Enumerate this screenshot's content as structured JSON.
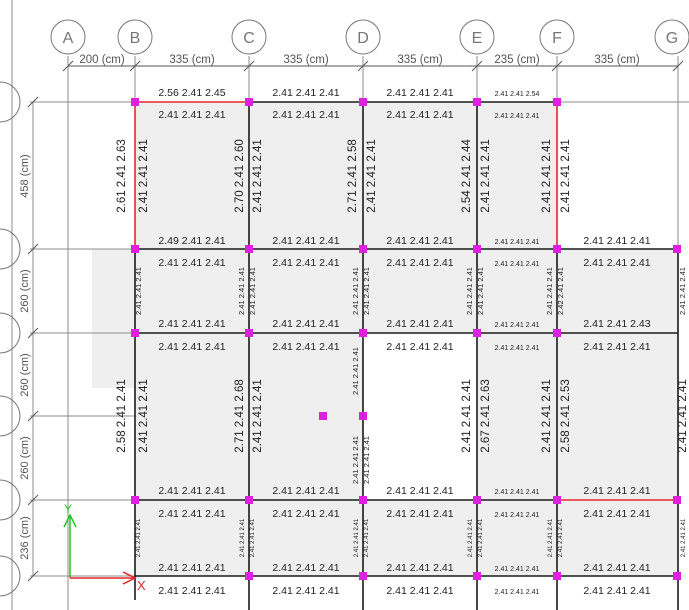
{
  "grid": {
    "column_bubbles": [
      "A",
      "B",
      "C",
      "D",
      "E",
      "F",
      "G"
    ],
    "column_spacings": [
      "200 (cm)",
      "335 (cm)",
      "335 (cm)",
      "335 (cm)",
      "235 (cm)",
      "335 (cm)"
    ],
    "row_spacings": [
      "458 (cm)",
      "260 (cm)",
      "260 (cm)",
      "260 (cm)",
      "236 (cm)"
    ]
  },
  "horizontal_labels": [
    {
      "id": "r1-bc-top",
      "text": "2.56 2.41 2.45"
    },
    {
      "id": "r1-cd-top",
      "text": "2.41 2.41 2.41"
    },
    {
      "id": "r1-de-top",
      "text": "2.41 2.41 2.41"
    },
    {
      "id": "r1-ef-top",
      "text": "2.41 2.41 2.54"
    },
    {
      "id": "r1-bc-bot",
      "text": "2.41 2.41 2.41"
    },
    {
      "id": "r1-cd-bot",
      "text": "2.41 2.41 2.41"
    },
    {
      "id": "r1-de-bot",
      "text": "2.41 2.41 2.41"
    },
    {
      "id": "r1-ef-bot",
      "text": "2.41 2.41 2.41"
    },
    {
      "id": "r2-bc-top",
      "text": "2.49 2.41 2.41"
    },
    {
      "id": "r2-cd-top",
      "text": "2.41 2.41 2.41"
    },
    {
      "id": "r2-de-top",
      "text": "2.41 2.41 2.41"
    },
    {
      "id": "r2-ef-top",
      "text": "2.41 2.41 2.41"
    },
    {
      "id": "r2-fg-top",
      "text": "2.41 2.41 2.41"
    },
    {
      "id": "r2-bc-bot",
      "text": "2.41 2.41 2.41"
    },
    {
      "id": "r2-cd-bot",
      "text": "2.41 2.41 2.41"
    },
    {
      "id": "r2-de-bot",
      "text": "2.41 2.41 2.41"
    },
    {
      "id": "r2-ef-bot",
      "text": "2.41 2.41 2.41"
    },
    {
      "id": "r2-fg-bot",
      "text": "2.41 2.41 2.41"
    },
    {
      "id": "r3-bc-top",
      "text": "2.41 2.41 2.41"
    },
    {
      "id": "r3-cd-top",
      "text": "2.41 2.41 2.41"
    },
    {
      "id": "r3-de-top",
      "text": "2.41 2.41 2.41"
    },
    {
      "id": "r3-ef-top",
      "text": "2.41 2.41 2.41"
    },
    {
      "id": "r3-fg-top",
      "text": "2.41 2.41 2.43"
    },
    {
      "id": "r3-bc-bot",
      "text": "2.41 2.41 2.41"
    },
    {
      "id": "r3-cd-bot",
      "text": "2.41 2.41 2.41"
    },
    {
      "id": "r3-de-bot",
      "text": "2.41 2.41 2.41"
    },
    {
      "id": "r3-ef-bot",
      "text": "2.41 2.41 2.41"
    },
    {
      "id": "r3-fg-bot",
      "text": "2.41 2.41 2.41"
    },
    {
      "id": "r4-bc-top",
      "text": "2.41 2.41 2.41"
    },
    {
      "id": "r4-cd-top",
      "text": "2.41 2.41 2.41"
    },
    {
      "id": "r4-de-top",
      "text": "2.41 2.41 2.41"
    },
    {
      "id": "r4-ef-top",
      "text": "2.41 2.41 2.41"
    },
    {
      "id": "r4-fg-top",
      "text": "2.41 2.41 2.41"
    },
    {
      "id": "r5-bc-top",
      "text": "2.41 2.41 2.41"
    },
    {
      "id": "r5-cd-top",
      "text": "2.41 2.41 2.41"
    },
    {
      "id": "r5-de-top",
      "text": "2.41 2.41 2.41"
    },
    {
      "id": "r5-ef-top",
      "text": "2.41 2.41 2.41"
    },
    {
      "id": "r5-fg-top",
      "text": "2.41 2.41 2.41"
    },
    {
      "id": "r5-bc-bot",
      "text": "2.41 2.41 2.41"
    },
    {
      "id": "r5-cd-bot",
      "text": "2.41 2.41 2.41"
    },
    {
      "id": "r5-de-bot",
      "text": "2.41 2.41 2.41"
    },
    {
      "id": "r5-ef-bot",
      "text": "2.41 2.41 2.41"
    },
    {
      "id": "r5-fg-bot",
      "text": "2.41 2.41 2.41"
    },
    {
      "id": "r6-bc-top",
      "text": "2.41 2.41 2.41"
    },
    {
      "id": "r6-cd-top",
      "text": "2.41 2.41 2.41"
    },
    {
      "id": "r6-de-top",
      "text": "2.41 2.41 2.41"
    },
    {
      "id": "r6-ef-top",
      "text": "2.41 2.41 2.41"
    },
    {
      "id": "r6-fg-top",
      "text": "2.41 2.41 2.41"
    }
  ],
  "vertical_labels": [
    {
      "id": "b-r1-outer",
      "text": "2.61 2.41 2.63"
    },
    {
      "id": "b-r1-inner",
      "text": "2.41 2.41 2.41"
    },
    {
      "id": "c-r1-left",
      "text": "2.70 2.41 2.60"
    },
    {
      "id": "c-r1-right",
      "text": "2.41 2.41 2.41"
    },
    {
      "id": "d-r1-left",
      "text": "2.71 2.41 2.58"
    },
    {
      "id": "d-r1-right",
      "text": "2.41 2.41 2.41"
    },
    {
      "id": "e-r1-left",
      "text": "2.54 2.41 2.44"
    },
    {
      "id": "e-r1-right",
      "text": "2.41 2.41 2.41"
    },
    {
      "id": "f-r1-left",
      "text": "2.41 2.41 2.41"
    },
    {
      "id": "f-r1-right",
      "text": "2.41 2.41 2.41"
    },
    {
      "id": "b-r2-right",
      "text": "2.41 2.41 2.41"
    },
    {
      "id": "c-r2-left",
      "text": "2.41 2.41 2.41"
    },
    {
      "id": "c-r2-right",
      "text": "2.41 2.41 2.41"
    },
    {
      "id": "d-r2-left",
      "text": "2.41 2.41 2.41"
    },
    {
      "id": "d-r2-right",
      "text": "2.41 2.41 2.41"
    },
    {
      "id": "e-r2-left",
      "text": "2.41 2.41 2.41"
    },
    {
      "id": "e-r2-right",
      "text": "2.41 2.41 2.41"
    },
    {
      "id": "f-r2-left",
      "text": "2.41 2.41 2.41"
    },
    {
      "id": "f-r2-right",
      "text": "2.42 2.41 2.41"
    },
    {
      "id": "g-r2-right",
      "text": "2.41 2.41 2.41"
    },
    {
      "id": "b-r3-outer",
      "text": "2.58 2.41 2.41"
    },
    {
      "id": "b-r3-inner",
      "text": "2.41 2.41 2.41"
    },
    {
      "id": "c-r3-left",
      "text": "2.71 2.41 2.68"
    },
    {
      "id": "c-r3-right",
      "text": "2.41 2.41 2.41"
    },
    {
      "id": "d-r3-left",
      "text": "2.41 2.41 2.41"
    },
    {
      "id": "d-r3-left2",
      "text": "2.41 2.41 2.41"
    },
    {
      "id": "d-r3-right",
      "text": "2.41 2.41 2.41"
    },
    {
      "id": "e-r3-left",
      "text": "2.41 2.41 2.41"
    },
    {
      "id": "e-r3-right",
      "text": "2.67 2.41 2.63"
    },
    {
      "id": "f-r3-left",
      "text": "2.41 2.41 2.41"
    },
    {
      "id": "f-r3-right",
      "text": "2.58 2.41 2.53"
    },
    {
      "id": "g-r3-right",
      "text": "2.41 2.41 2.41"
    },
    {
      "id": "b-r5-right",
      "text": "2.41 2.41 2.41"
    },
    {
      "id": "c-r5-left",
      "text": "2.41 2.41 2.41"
    },
    {
      "id": "c-r5-right",
      "text": "2.41 2.41 2.41"
    },
    {
      "id": "d-r5-left",
      "text": "2.41 2.41 2.41"
    },
    {
      "id": "d-r5-right",
      "text": "2.41 2.41 2.41"
    },
    {
      "id": "e-r5-left",
      "text": "2.41 2.41 2.41"
    },
    {
      "id": "e-r5-right",
      "text": "2.41 2.41 2.41"
    },
    {
      "id": "f-r5-left",
      "text": "2.41 2.41 2.41"
    },
    {
      "id": "f-r5-right",
      "text": "2.41 2.41 2.41"
    },
    {
      "id": "g-r5-right",
      "text": "2.41 2.41 2.41"
    }
  ],
  "axis_indicator": {
    "y_label": "Y",
    "x_label": "X"
  },
  "colors": {
    "beam": "#1a1a1a",
    "selected_beam": "#e8262a",
    "joint": "#e020e0",
    "slab_fill": "#efefef",
    "grid_line": "#8c8c8c",
    "axis_x": "#e8262a",
    "axis_y": "#22c422"
  }
}
